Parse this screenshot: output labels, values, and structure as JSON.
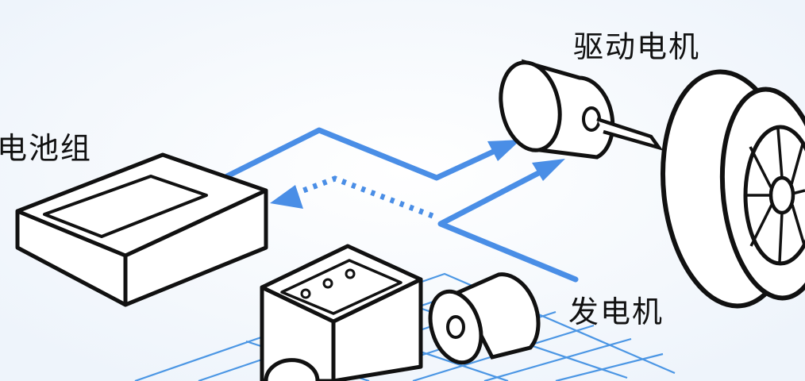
{
  "labels": {
    "battery_pack": "电池组",
    "drive_motor": "驱动电机",
    "generator": "发电机"
  },
  "colors": {
    "flow_line": "#4a8ee6",
    "grid_line": "#2f86e0",
    "outline": "#111111",
    "fill": "#ffffff"
  },
  "icons": [
    "battery-pack-icon",
    "engine-block-icon",
    "generator-icon",
    "drive-motor-icon",
    "wheel-icon"
  ]
}
